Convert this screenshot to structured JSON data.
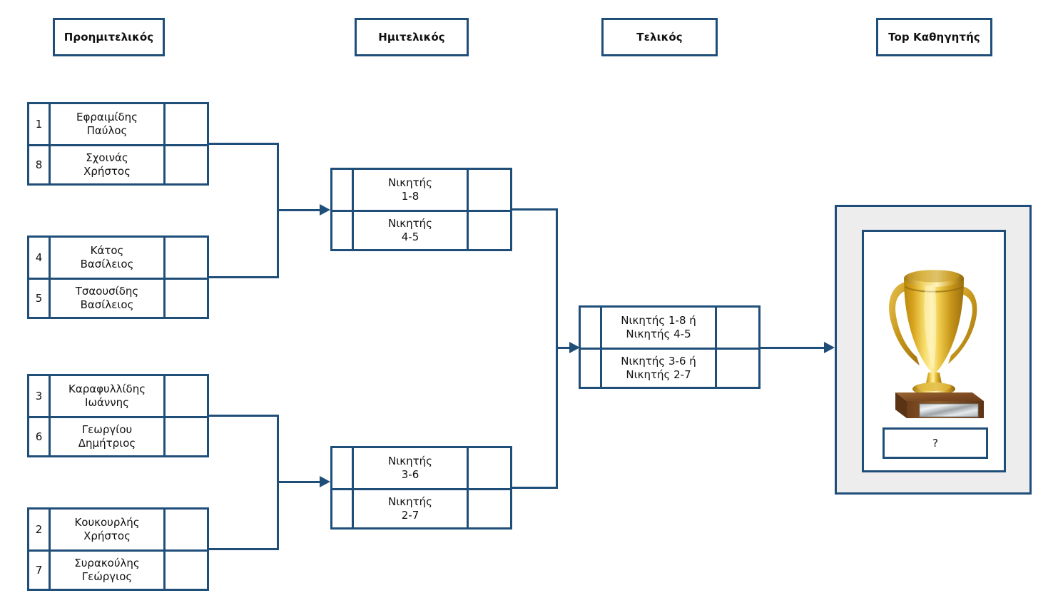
{
  "headers": [
    {
      "label": "Προημιτελικός"
    },
    {
      "label": "Ημιτελικός"
    },
    {
      "label": "Τελικός"
    },
    {
      "label": "Top Καθηγητής"
    }
  ],
  "quarterfinals": [
    {
      "rows": [
        {
          "seed": "1",
          "name": "Εφραιμίδης\nΠαύλος",
          "score": ""
        },
        {
          "seed": "8",
          "name": "Σχοινάς\nΧρήστος",
          "score": ""
        }
      ]
    },
    {
      "rows": [
        {
          "seed": "4",
          "name": "Κάτος\nΒασίλειος",
          "score": ""
        },
        {
          "seed": "5",
          "name": "Τσαουσίδης\nΒασίλειος",
          "score": ""
        }
      ]
    },
    {
      "rows": [
        {
          "seed": "3",
          "name": "Καραφυλλίδης\nΙωάννης",
          "score": ""
        },
        {
          "seed": "6",
          "name": "Γεωργίου\nΔημήτριος",
          "score": ""
        }
      ]
    },
    {
      "rows": [
        {
          "seed": "2",
          "name": "Κουκουρλής\nΧρήστος",
          "score": ""
        },
        {
          "seed": "7",
          "name": "Συρακούλης\nΓεώργιος",
          "score": ""
        }
      ]
    }
  ],
  "semifinals": [
    {
      "rows": [
        {
          "seed": "",
          "name": "Νικητής\n1-8",
          "score": ""
        },
        {
          "seed": "",
          "name": "Νικητής\n4-5",
          "score": ""
        }
      ]
    },
    {
      "rows": [
        {
          "seed": "",
          "name": "Νικητής\n3-6",
          "score": ""
        },
        {
          "seed": "",
          "name": "Νικητής\n2-7",
          "score": ""
        }
      ]
    }
  ],
  "final": {
    "rows": [
      {
        "seed": "",
        "name": "Νικητής  1-8 ή\nΝικητής 4-5",
        "score": ""
      },
      {
        "seed": "",
        "name": "Νικητής 3-6 ή\nΝικητής 2-7",
        "score": ""
      }
    ]
  },
  "champion": {
    "winner_label": "?",
    "trophy_icon": "trophy-icon"
  },
  "colors": {
    "border": "#1F4E79",
    "panel_fill": "#EDEDED",
    "box_fill": "#FFFFFF",
    "trophy_gold": "#E8B316",
    "trophy_wood": "#8B5A2B",
    "trophy_plate": "#C9CCCE"
  }
}
